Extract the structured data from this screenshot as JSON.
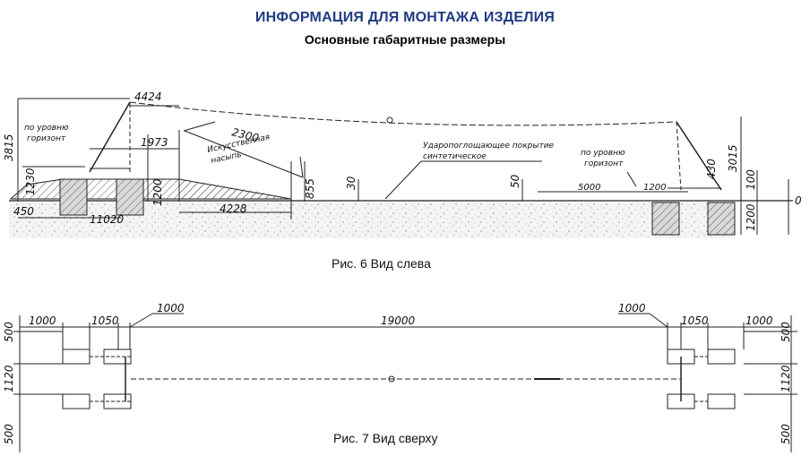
{
  "header": {
    "title": "ИНФОРМАЦИЯ ДЛЯ МОНТАЖА ИЗДЕЛИЯ",
    "subtitle": "Основные габаритные размеры"
  },
  "figure6": {
    "caption": "Рис. 6 Вид слева",
    "dimensions": {
      "d3815": "3815",
      "d1230": "1230",
      "d450": "450",
      "d4424": "4424",
      "d1973": "1973",
      "d2300": "2300",
      "d1200a": "1200",
      "d11020": "11020",
      "d4228": "4228",
      "d855": "855",
      "d30": "30",
      "d50": "50",
      "d5000": "5000",
      "d1200b": "1200",
      "d430": "430",
      "d3015": "3015",
      "d100": "100",
      "d1200c": "1200",
      "d0": "0"
    },
    "notes": {
      "level_left_1": "по уровню",
      "level_left_2": "горизонт",
      "fill_1": "Искусственная",
      "fill_2": "насыпь",
      "surface_1": "Удaрoпоглощающее покрытие",
      "surface_2": "синтетическое",
      "level_right_1": "по уровню",
      "level_right_2": "горизонт"
    }
  },
  "figure7": {
    "caption": "Рис. 7 Вид сверху",
    "dimensions": {
      "l1000a": "1000",
      "l1050": "1050",
      "l1000b": "1000",
      "center19000": "19000",
      "r1000a": "1000",
      "r1050": "1050",
      "r1000b": "1000",
      "left500a": "500",
      "left1120": "1120",
      "left500b": "500",
      "right500a": "500",
      "right1120": "1120",
      "right500b": "500"
    }
  },
  "colors": {
    "title": "#1f3b82",
    "lines": "#222222",
    "hatch": "#555555",
    "soil": "#bdbdbd"
  }
}
